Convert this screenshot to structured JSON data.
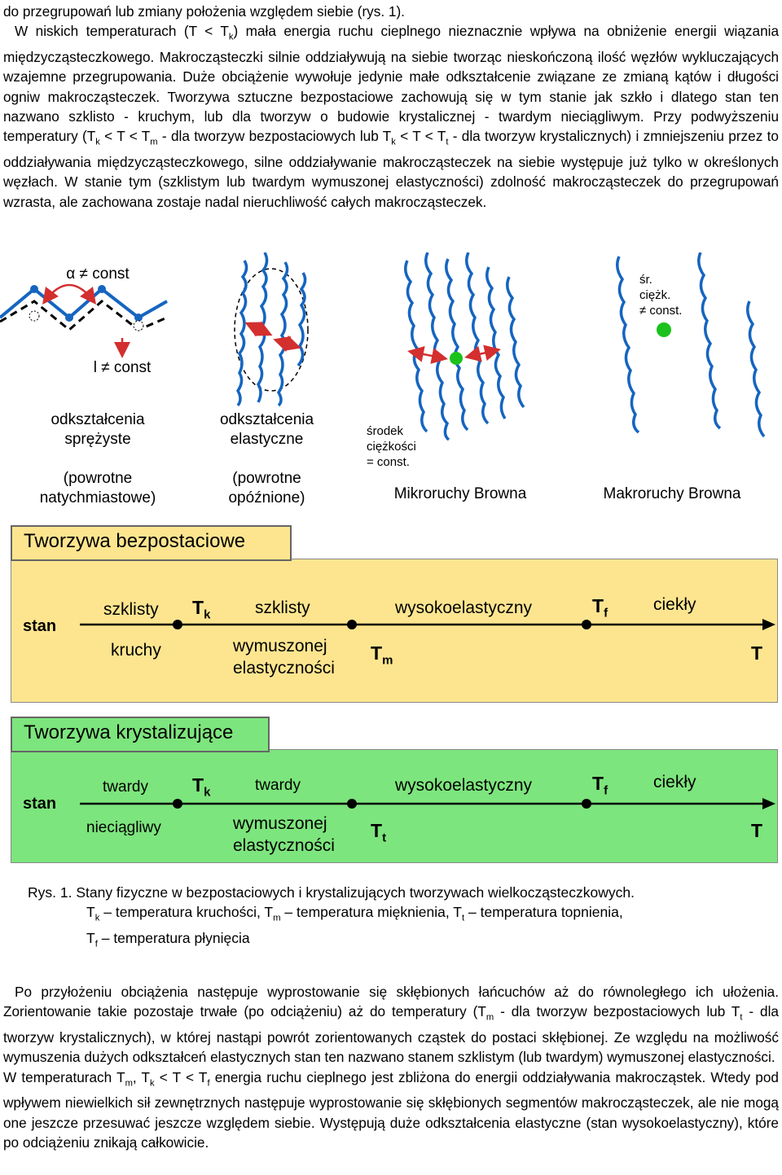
{
  "intro": {
    "line1": "do przegrupowań lub zmiany położenia względem siebie (rys. 1).",
    "p2_a": "W niskich temperaturach (T < T",
    "p2_b": ") mała energia ruchu cieplnego nieznacznie wpływa na obniżenie energii wiązania międzycząsteczkowego. Makrocząsteczki silnie oddziaływują na siebie tworząc nieskończoną ilość węzłów wykluczających wzajemne przegrupowania. Duże obciążenie wywołuje jedynie małe odkształcenie związane ze zmianą kątów i długości ogniw makrocząsteczek. Tworzywa sztuczne bezpostaciowe zachowują się w tym stanie jak szkło i dlatego stan ten nazwano szklisto - kruchym, lub dla tworzyw o budowie krystalicznej - twardym nieciągliwym. Przy podwyższeniu temperatury (T",
    "p2_c": " < T < T",
    "p2_d": " - dla tworzyw bezpostaciowych lub T",
    "p2_e": " < T < T",
    "p2_f": " - dla tworzyw krystalicznych) i zmniejszeniu przez to oddziaływania międzycząsteczkowego, silne oddziaływanie makrocząsteczek na siebie występuje już tylko w określonych węzłach. W stanie tym (szklistym lub twardym wymuszonej elastyczności) zdolność makrocząsteczek do przegrupowań wzrasta, ale zachowana zostaje nadal nieruchliwość całych makrocząsteczek.",
    "sub_k": "k",
    "sub_m": "m",
    "sub_t": "t"
  },
  "figure": {
    "alpha": "α ≠ const",
    "length": "l ≠ const",
    "sr": "śr.",
    "ciezk": "ciężk.",
    "neq_const": "≠ const.",
    "odk1_a": "odkształcenia",
    "odk1_b": "sprężyste",
    "odk1_c": "(powrotne",
    "odk1_d": "natychmiastowe)",
    "odk2_a": "odkształcenia",
    "odk2_b": "elastyczne",
    "odk2_c": "(powrotne",
    "odk2_d": "opóźnione)",
    "srodek_a": "środek",
    "srodek_b": "ciężkości",
    "srodek_c": "= const.",
    "micro": "Mikroruchy Browna",
    "macro": "Makroruchy Browna"
  },
  "amorphous": {
    "title": "Tworzywa bezpostaciowe",
    "stan": "stan",
    "szklisty1": "szklisty",
    "kruchy": "kruchy",
    "Tk": "T",
    "Tk_sub": "k",
    "szklisty2": "szklisty",
    "wym1": "wymuszonej",
    "wym2": "elastyczności",
    "Tm": "T",
    "Tm_sub": "m",
    "wysoko": "wysokoelastyczny",
    "Tf": "T",
    "Tf_sub": "f",
    "ciekly": "ciekły",
    "T": "T",
    "color": "#fde58f"
  },
  "crystalline": {
    "title": "Tworzywa krystalizujące",
    "stan": "stan",
    "twardy1": "twardy",
    "niec": "nieciągliwy",
    "Tk": "T",
    "Tk_sub": "k",
    "twardy2": "twardy",
    "wym1": "wymuszonej",
    "wym2": "elastyczności",
    "Tt": "T",
    "Tt_sub": "t",
    "wysoko": "wysokoelastyczny",
    "Tf": "T",
    "Tf_sub": "f",
    "ciekly": "ciekły",
    "T": "T",
    "color": "#7de57d"
  },
  "caption": {
    "line1": "Rys. 1. Stany fizyczne w bezpostaciowych i krystalizujących tworzywach wielkocząsteczkowych.",
    "c_T1": "T",
    "c_k": "k",
    "c_a": " – temperatura kruchości, T",
    "c_m": "m",
    "c_b": " – temperatura mięknienia, T",
    "c_t": "t",
    "c_c": " – temperatura topnienia,",
    "c_T2": "T",
    "c_f": "f",
    "c_d": " – temperatura płynięcia"
  },
  "outro": {
    "p1_a": "Po przyłożeniu obciążenia następuje wyprostowanie się skłębionych łańcuchów aż do równoległego ich ułożenia. Zorientowanie takie pozostaje trwałe (po odciążeniu) aż do temperatury (T",
    "p1_b": " - dla tworzyw bezpostaciowych lub T",
    "p1_c": " - dla tworzyw krystalicznych), w której nastąpi powrót zorientowanych cząstek do postaci skłębionej. Ze względu na możliwość wymuszenia dużych odkształceń elastycznych stan ten nazwano stanem szklistym (lub twardym) wymuszonej elastyczności.",
    "p2_a": "W temperaturach T",
    "p2_b": ", T",
    "p2_c": " < T < T",
    "p2_d": " energia ruchu cieplnego jest zbliżona do energii oddziaływania makrocząstek. Wtedy pod wpływem niewielkich sił zewnętrznych następuje wyprostowanie się skłębionych segmentów makrocząsteczek, ale nie mogą one jeszcze przesuwać jeszcze względem siebie. Występują duże odkształcenia elastyczne (stan wysokoelastyczny), które po odciążeniu znikają całkowicie.",
    "sub_m": "m",
    "sub_t": "t",
    "sub_k": "k",
    "sub_f": "f"
  },
  "colors": {
    "chain": "#1565c0",
    "arrow": "#d32f2f",
    "dot": "#1cc21c"
  }
}
